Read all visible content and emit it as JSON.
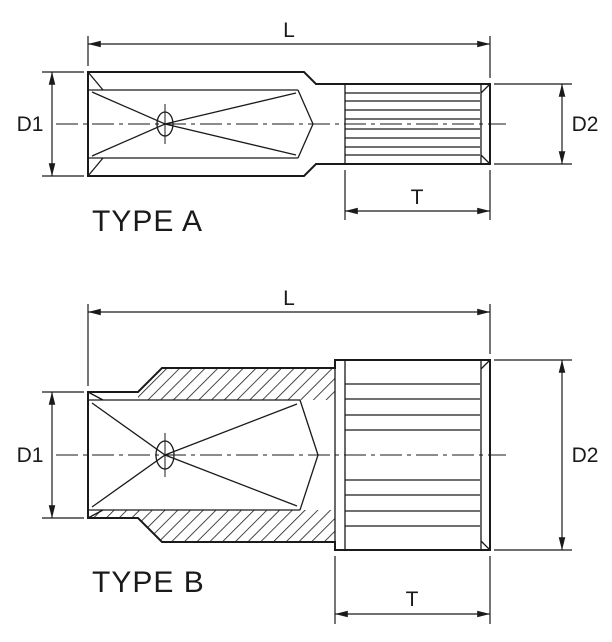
{
  "colors": {
    "line": "#1a1a1a",
    "background": "#ffffff"
  },
  "drawings": {
    "type_a": {
      "title": "TYPE A",
      "dim_length_label": "L",
      "dim_d1_label": "D1",
      "dim_d2_label": "D2",
      "dim_t_label": "T"
    },
    "type_b": {
      "title": "TYPE B",
      "dim_length_label": "L",
      "dim_d1_label": "D1",
      "dim_d2_label": "D2",
      "dim_t_label": "T"
    }
  }
}
